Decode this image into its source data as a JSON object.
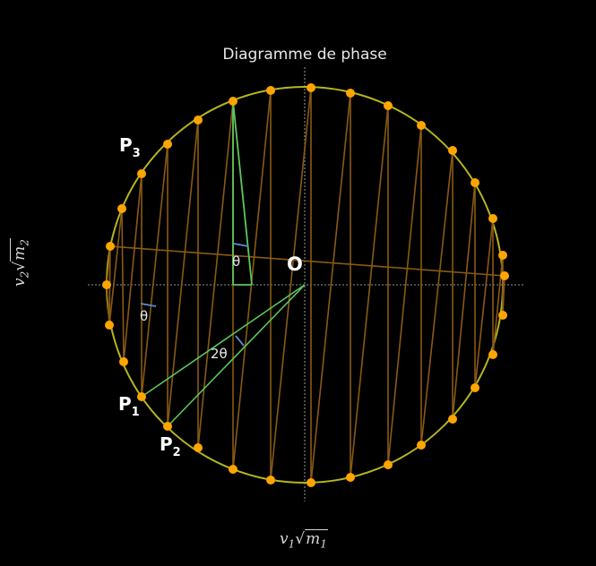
{
  "title": "Diagramme de phase",
  "axes": {
    "x_label": {
      "var": "v",
      "sub": "1",
      "root": "√",
      "mass": "m",
      "mass_sub": "1"
    },
    "y_label": {
      "var": "v",
      "sub": "2",
      "root": "√",
      "mass": "m",
      "mass_sub": "2"
    }
  },
  "labels": {
    "origin": "O",
    "theta": "θ",
    "two_theta": "2θ",
    "p1": {
      "letter": "P",
      "sub": "1"
    },
    "p2": {
      "letter": "P",
      "sub": "2"
    },
    "p3": {
      "letter": "P",
      "sub": "3"
    }
  },
  "colors": {
    "background": "#000000",
    "circle": "#b5b51e",
    "zigzag": "#8a5a12",
    "points": "#ffa500",
    "construction": "#5cc85c",
    "angle_marker": "#5b8fd6",
    "axis": "#777777"
  }
}
